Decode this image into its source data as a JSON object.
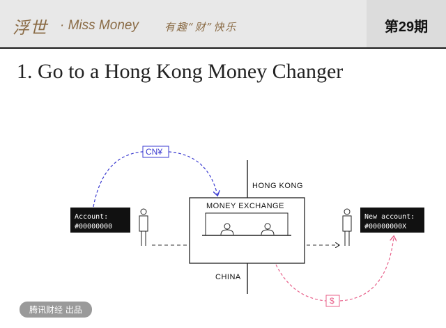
{
  "header": {
    "brand": "浮世",
    "series": "· Miss Money",
    "slogan": "有趣“财”快乐",
    "issue": "第29期"
  },
  "title": "1. Go to a Hong Kong Money Changer",
  "diagram": {
    "region_hk": "HONG KONG",
    "region_cn": "CHINA",
    "exchange_label": "MONEY EXCHANGE",
    "currency_in": "CN¥",
    "currency_out": "$",
    "account_old_label": "Account:",
    "account_old_number": "#00000000",
    "account_new_label": "New account:",
    "account_new_number": "#00000000X",
    "colors": {
      "flow_in": "#3a3ad0",
      "flow_out": "#e8608a",
      "account_bg": "#111111"
    }
  },
  "footer": {
    "credit": "腾讯财经 出品"
  }
}
